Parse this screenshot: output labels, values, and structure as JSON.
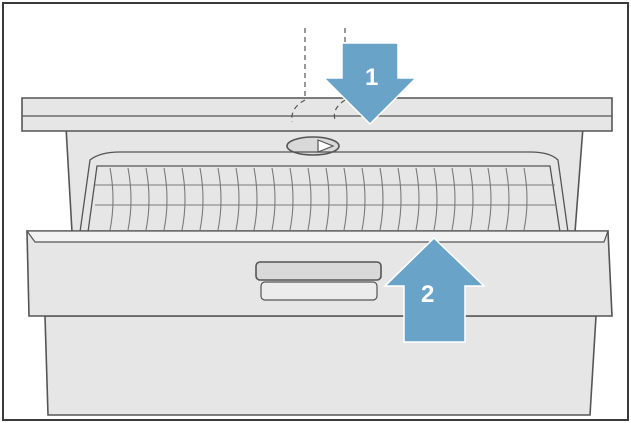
{
  "steps": [
    {
      "number": "1",
      "direction": "down",
      "meaning": "press-on-top-cover"
    },
    {
      "number": "2",
      "direction": "up",
      "meaning": "lift-door-panel"
    }
  ],
  "colors": {
    "arrow": "#6aa3c8",
    "panel": "#e6e6e6",
    "outline": "#555555",
    "background": "#ffffff"
  },
  "icons": [
    "arrow-down-icon",
    "arrow-up-icon",
    "door-handle-icon",
    "latch-icon"
  ]
}
